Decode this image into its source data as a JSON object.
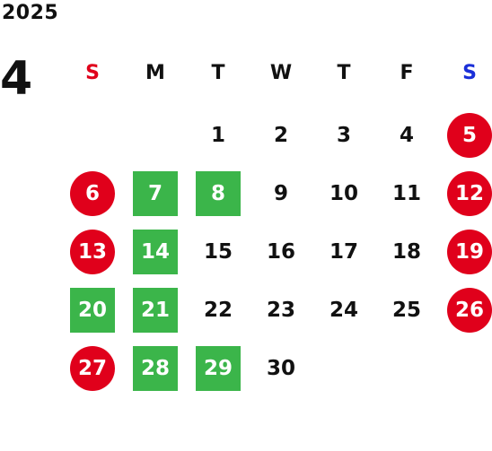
{
  "calendar": {
    "year": "2025",
    "month": "4",
    "colors": {
      "sunday_label": "#e0001b",
      "saturday_label": "#1a2fd8",
      "holiday_circle": "#e0001b",
      "green_box": "#3bb54a",
      "text": "#111111"
    },
    "weekdays": [
      {
        "label": "S",
        "kind": "sun"
      },
      {
        "label": "M",
        "kind": "norm"
      },
      {
        "label": "T",
        "kind": "norm"
      },
      {
        "label": "W",
        "kind": "norm"
      },
      {
        "label": "T",
        "kind": "norm"
      },
      {
        "label": "F",
        "kind": "norm"
      },
      {
        "label": "S",
        "kind": "sat"
      }
    ],
    "weeks": [
      [
        null,
        null,
        {
          "d": "1"
        },
        {
          "d": "2"
        },
        {
          "d": "3"
        },
        {
          "d": "4"
        },
        {
          "d": "5",
          "style": "holiday"
        }
      ],
      [
        {
          "d": "6",
          "style": "holiday"
        },
        {
          "d": "7",
          "style": "green"
        },
        {
          "d": "8",
          "style": "green"
        },
        {
          "d": "9"
        },
        {
          "d": "10"
        },
        {
          "d": "11"
        },
        {
          "d": "12",
          "style": "holiday"
        }
      ],
      [
        {
          "d": "13",
          "style": "holiday"
        },
        {
          "d": "14",
          "style": "green"
        },
        {
          "d": "15"
        },
        {
          "d": "16"
        },
        {
          "d": "17"
        },
        {
          "d": "18"
        },
        {
          "d": "19",
          "style": "holiday"
        }
      ],
      [
        {
          "d": "20",
          "style": "green"
        },
        {
          "d": "21",
          "style": "green"
        },
        {
          "d": "22"
        },
        {
          "d": "23"
        },
        {
          "d": "24"
        },
        {
          "d": "25"
        },
        {
          "d": "26",
          "style": "holiday"
        }
      ],
      [
        {
          "d": "27",
          "style": "holiday"
        },
        {
          "d": "28",
          "style": "green"
        },
        {
          "d": "29",
          "style": "green"
        },
        {
          "d": "30"
        },
        null,
        null,
        null
      ]
    ]
  }
}
